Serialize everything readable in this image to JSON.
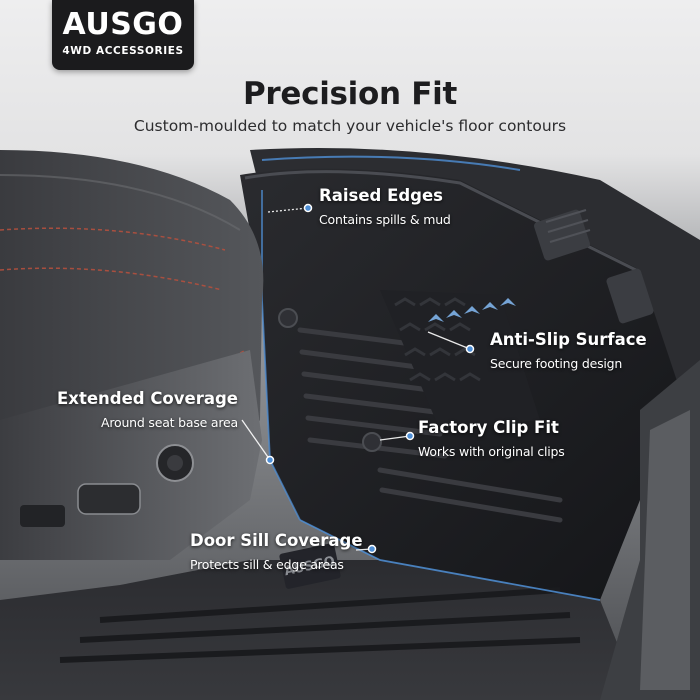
{
  "brand": {
    "name": "AUSGO",
    "tagline": "4WD ACCESSORIES"
  },
  "headline": "Precision Fit",
  "subheadline": "Custom-moulded to match your vehicle's floor contours",
  "callouts": [
    {
      "title": "Raised Edges",
      "description": "Contains spills & mud"
    },
    {
      "title": "Anti-Slip Surface",
      "description": "Secure footing design"
    },
    {
      "title": "Extended Coverage",
      "description": "Around seat base area"
    },
    {
      "title": "Factory Clip Fit",
      "description": "Works with original clips"
    },
    {
      "title": "Door Sill Coverage",
      "description": "Protects sill & edge areas"
    }
  ],
  "colors": {
    "accent_blue": "#4f8fd6",
    "mat_black": "#1c1d20",
    "background_top": "#e9e9ea"
  }
}
